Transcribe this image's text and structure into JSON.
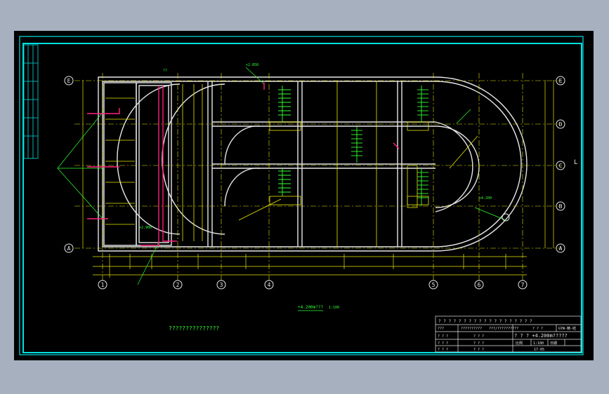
{
  "drawing": {
    "grid_rows": [
      "E",
      "D",
      "C",
      "B",
      "A"
    ],
    "grid_cols": [
      "1",
      "2",
      "3",
      "4",
      "5",
      "6",
      "7"
    ],
    "plan_title": "+4.200m???",
    "plan_scale": "1:100",
    "note_text": "???????????????",
    "level_tag_1": "+2.850",
    "level_tag_2": "+4.200",
    "level_tag_3": "+2.900",
    "small_label": "??",
    "right_marker": "L"
  },
  "title_block": {
    "header_row": "? ? ? ? ? ? ? ? ? ? ? ? ? ? ? ? ? ? ?",
    "row1_a": "???",
    "row1_b": "??????????",
    "row1_c": "???/??????????",
    "row1_d": "? ? ?",
    "row1_code": "GYW-精-结",
    "row2_a": "? ? ?",
    "row2_b": "? ? ?",
    "drawing_name": "? ? ?   +4.200m?????",
    "row3_a": "? ? ?",
    "row3_b": "? ? ?",
    "row3_c": "比例",
    "row3_d": "1:100",
    "row3_e": "日期",
    "row4_a": "? ? ?",
    "row4_b": "? ? ?",
    "drawing_no": "17-05"
  },
  "colors": {
    "background": "#000000",
    "frame": "#00e0e0",
    "lines": "#e6e600",
    "annotations": "#00ff00",
    "pipes": "#ff2080",
    "walls": "#ffffff"
  }
}
